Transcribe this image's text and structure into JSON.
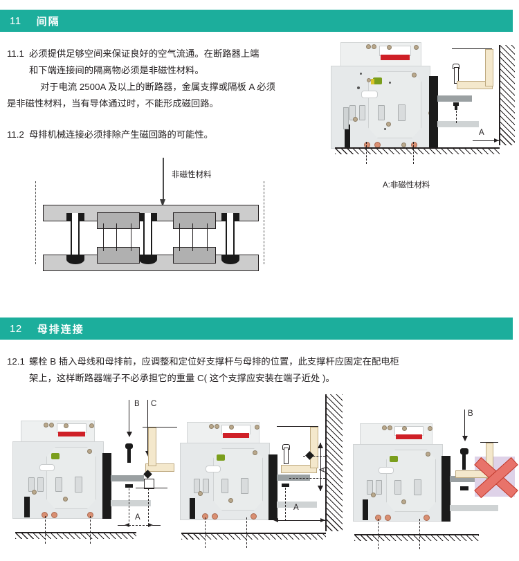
{
  "document": {
    "language": "zh-CN",
    "accent_color": "#1cae9c",
    "text_color": "#231f20"
  },
  "sections": [
    {
      "number": "11",
      "title": "间隔",
      "paragraphs": [
        {
          "number": "11.1",
          "lines": [
            "必须提供足够空间来保证良好的空气流通。在断路器上端",
            "和下端连接间的隔离物必须是非磁性材料。",
            "对于电流 2500A 及以上的断路器，金属支撑或隔板 A 必须",
            "是非磁性材料，当有导体通过时，不能形成磁回路。"
          ]
        },
        {
          "number": "11.2",
          "lines": [
            "母排机械连接必须排除产生磁回路的可能性。"
          ]
        }
      ]
    },
    {
      "number": "12",
      "title": "母排连接",
      "paragraphs": [
        {
          "number": "12.1",
          "lines": [
            "螺栓 B 插入母线和母排前，应调整和定位好支撑杆与母排的位置，此支撑杆应固定在配电柜",
            "架上，这样断路器端子不必承担它的重量 C( 这个支撑应安装在端子近处 )。"
          ]
        }
      ]
    }
  ],
  "figures": {
    "busbar_schematic": {
      "arrow_label": "非磁性材料",
      "bolt_count": 3,
      "spacer_block_count": 4
    },
    "breaker_clearance": {
      "dimension_label": "A",
      "caption": "A:非磁性材料"
    },
    "busbar_connection_panels": [
      {
        "id": "panel-1",
        "labels": [
          "B",
          "C"
        ],
        "dimension_label": "A",
        "status": "correct"
      },
      {
        "id": "panel-2",
        "labels": [],
        "dimension_labels": [
          "A",
          "A"
        ],
        "status": "correct"
      },
      {
        "id": "panel-3",
        "labels": [
          "B"
        ],
        "status": "forbidden",
        "marker": "red-cross"
      }
    ]
  }
}
